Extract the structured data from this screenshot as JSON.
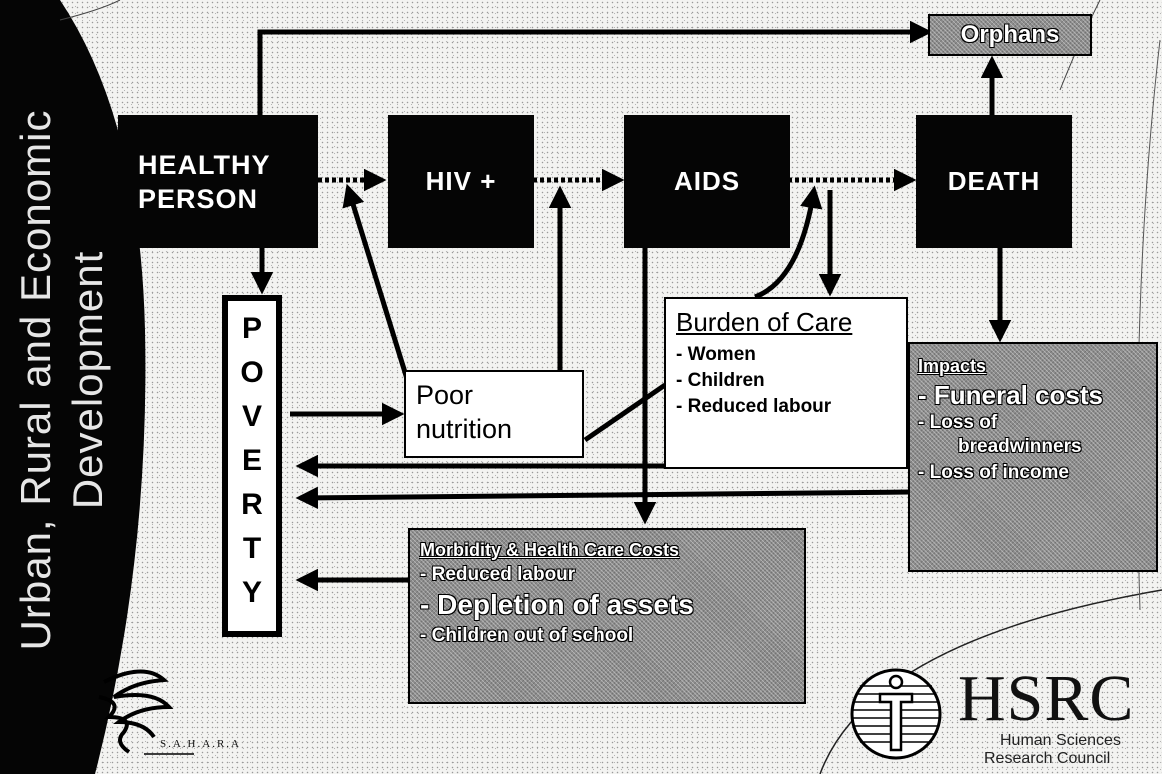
{
  "sidebar": {
    "line1": "Urban, Rural and Economic",
    "line2": "Development"
  },
  "nodes": {
    "healthy_line1": "HEALTHY",
    "healthy_line2": "PERSON",
    "hiv": "HIV +",
    "aids": "AIDS",
    "death": "DEATH",
    "orphans": "Orphans"
  },
  "poverty": {
    "letters": [
      "P",
      "O",
      "V",
      "E",
      "R",
      "T",
      "Y"
    ]
  },
  "poor_nutrition": {
    "line1": "Poor",
    "line2": "nutrition"
  },
  "burden_of_care": {
    "title": "Burden of Care",
    "items": [
      "- Women",
      "- Children",
      "- Reduced labour"
    ]
  },
  "impacts": {
    "title": "Impacts",
    "item1": "- Funeral costs",
    "item2": "- Loss of",
    "item2b": "breadwinners",
    "item3": "- Loss of income"
  },
  "morbidity": {
    "title": "Morbidity & Health Care Costs",
    "item1": "- Reduced labour",
    "item2": "- Depletion of assets",
    "item3": "- Children out of school"
  },
  "logos": {
    "sahara": "S.A.H.A.R.A",
    "hsrc": "HSRC",
    "hsrc_line1": "Human Sciences",
    "hsrc_line2": "Research Council"
  }
}
